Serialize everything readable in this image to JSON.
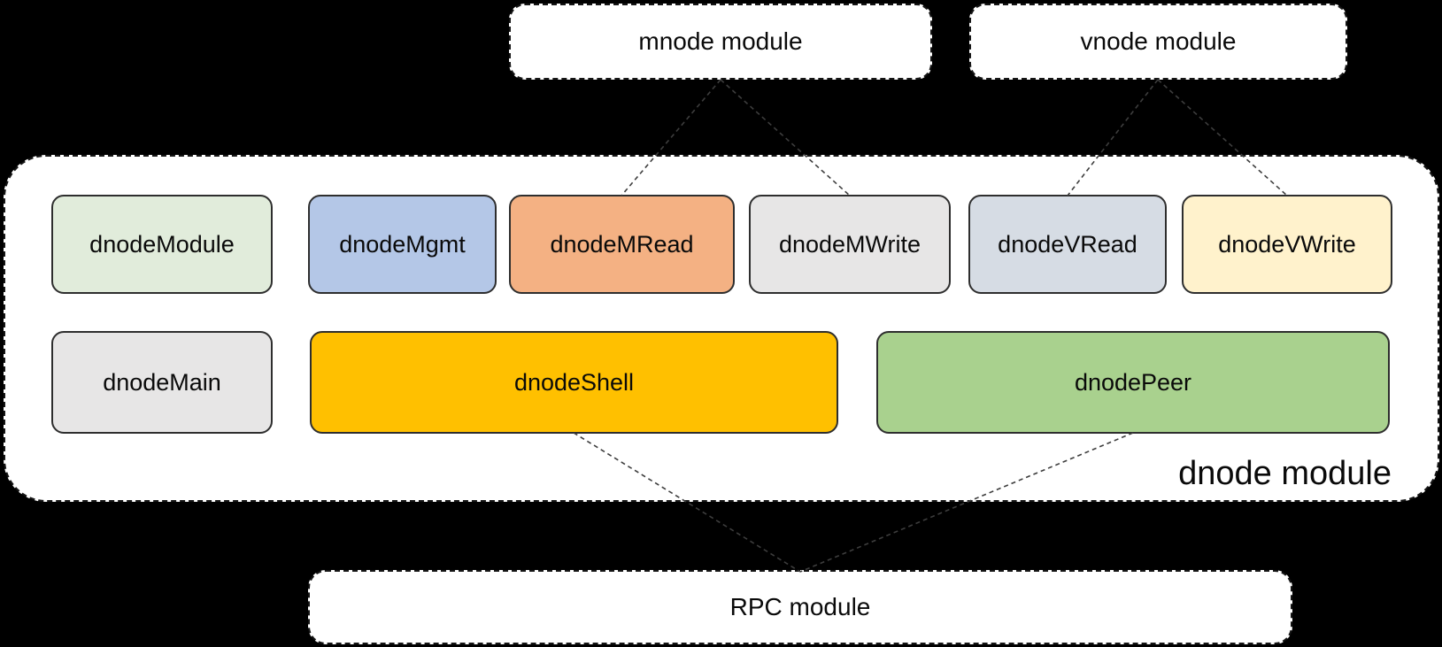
{
  "diagram": {
    "background_color": "#000000",
    "panel_color": "#ffffff",
    "connector_color": "#3d3d3d",
    "top_modules": [
      {
        "label": "mnode module"
      },
      {
        "label": "vnode module"
      }
    ],
    "dnode": {
      "label": "dnode module",
      "row1": [
        {
          "label": "dnodeModule",
          "color": "#e1ecdb"
        },
        {
          "label": "dnodeMgmt",
          "color": "#b4c7e7"
        },
        {
          "label": "dnodeMRead",
          "color": "#f4b183"
        },
        {
          "label": "dnodeMWrite",
          "color": "#e7e6e6"
        },
        {
          "label": "dnodeVRead",
          "color": "#d6dce4"
        },
        {
          "label": "dnodeVWrite",
          "color": "#fff2cc"
        }
      ],
      "row2": [
        {
          "label": "dnodeMain",
          "color": "#e7e6e6"
        },
        {
          "label": "dnodeShell",
          "color": "#ffc000"
        },
        {
          "label": "dnodePeer",
          "color": "#a9d18e"
        }
      ]
    },
    "rpc": {
      "label": "RPC module"
    },
    "connections": [
      {
        "from": "mnode module",
        "to": "dnodeMRead"
      },
      {
        "from": "mnode module",
        "to": "dnodeMWrite"
      },
      {
        "from": "vnode module",
        "to": "dnodeVRead"
      },
      {
        "from": "vnode module",
        "to": "dnodeVWrite"
      },
      {
        "from": "dnodeShell",
        "to": "RPC module"
      },
      {
        "from": "dnodePeer",
        "to": "RPC module"
      }
    ]
  }
}
